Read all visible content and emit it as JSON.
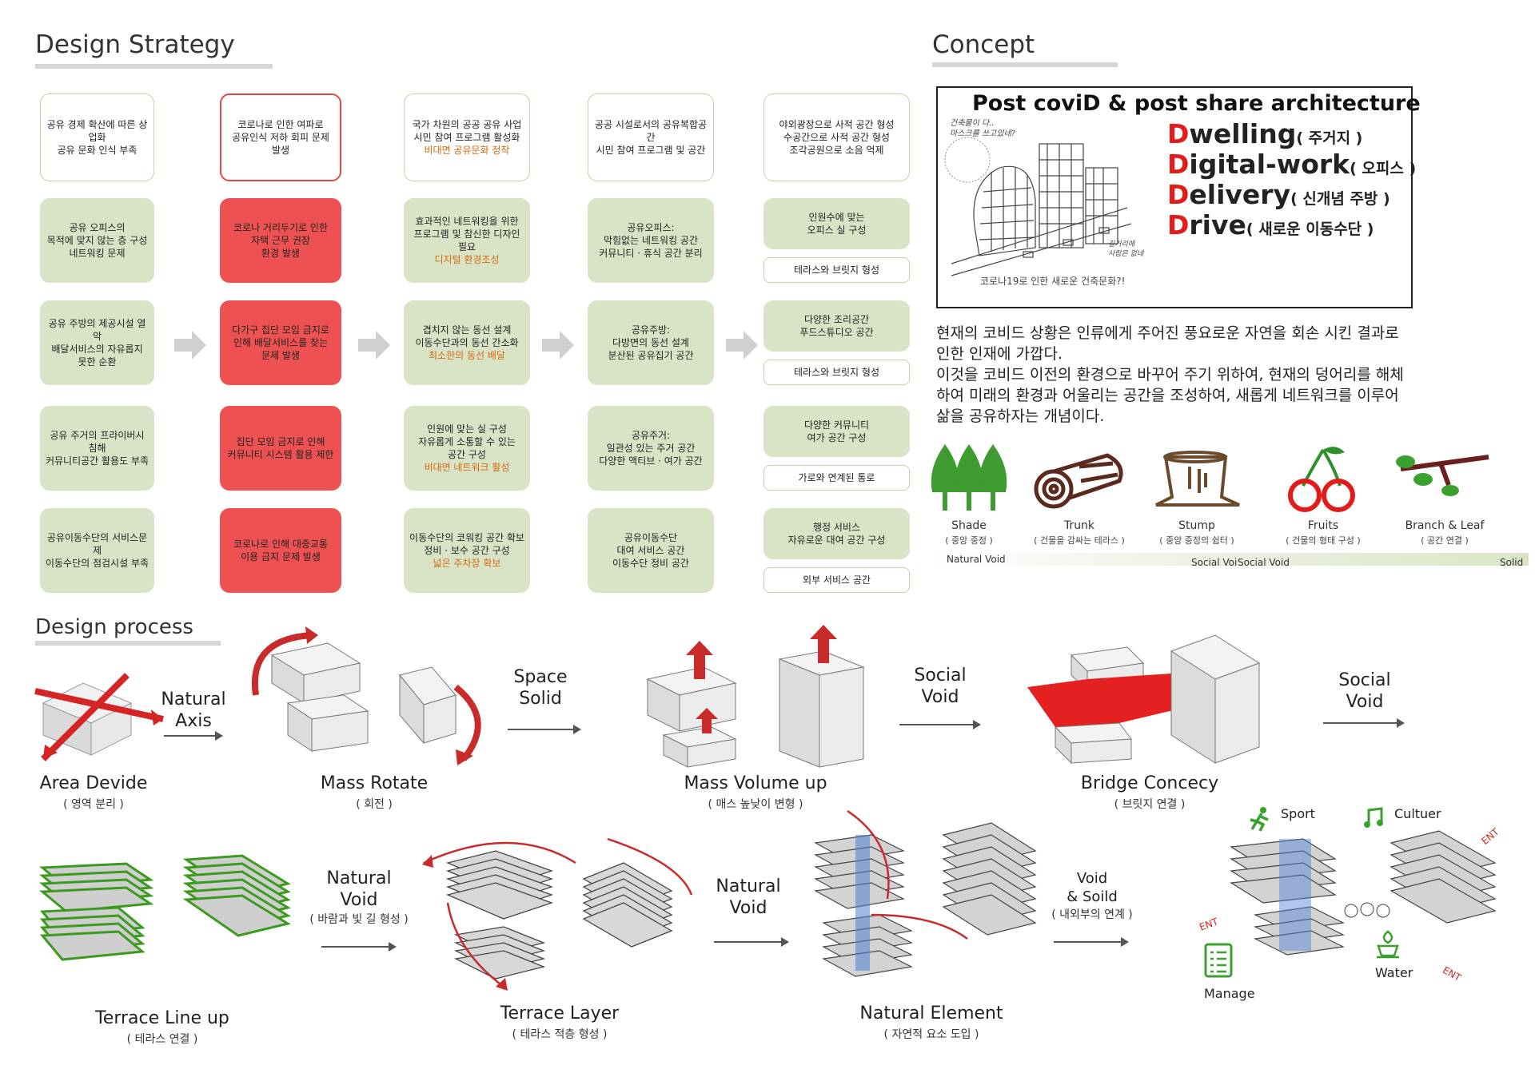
{
  "sections": {
    "design_strategy": "Design Strategy",
    "concept": "Concept",
    "design_process": "Design process"
  },
  "strategy": {
    "columns": [
      {
        "header": "공유 경제 확산에 따른 상업화\n공유 문화 인식 부족",
        "items": [
          {
            "text": "공유 오피스의\n목적에 맞지 않는 층 구성\n네트워킹 문제",
            "hl": ""
          },
          {
            "text": "공유 주방의 제공시설 열악\n배달서비스의 자유롭지\n못한 순환",
            "hl": ""
          },
          {
            "text": "공유 주거의 프라이버시 침해\n커뮤니티공간 활용도 부족",
            "hl": ""
          },
          {
            "text": "공유이동수단의 서비스문제\n이동수단의 점검시설 부족",
            "hl": ""
          }
        ]
      },
      {
        "header": "코로나로 인한 여파로\n공유인식 저하 회피 문제 발생",
        "items": [
          {
            "text": "코로나 거리두기로 인한\n자택 근무 권장\n환경 발생",
            "hl": ""
          },
          {
            "text": "다가구 집단 모임 금지로\n인해 배달서비스를 찾는\n문제 발생",
            "hl": ""
          },
          {
            "text": "집단 모임 금지로 인해\n커뮤니티 시스템 활용 제한",
            "hl": ""
          },
          {
            "text": "코로나로 인해 대중교통\n이용 금지 문제 발생",
            "hl": ""
          }
        ]
      },
      {
        "header": "국가 차원의 공공 공유 사업\n시민 참여 프로그램 활성화",
        "header_hl": "비대면 공유문화 정착",
        "items": [
          {
            "text": "효과적인 네트워킹을 위한\n프로그램 및 참신한 디자인 필요",
            "hl": "디지털 환경조성"
          },
          {
            "text": "겹치지 않는 동선 설계\n이동수단과의 동선 간소화",
            "hl": "최소한의 동선 배달"
          },
          {
            "text": "인원에 맞는 실 구성\n자유롭게 소통할 수 있는\n공간 구성",
            "hl": "비대면 네트워크 활성"
          },
          {
            "text": "이동수단의 코워킹 공간 확보\n정비 · 보수 공간 구성",
            "hl": "넓은 주차장 확보"
          }
        ]
      },
      {
        "header": "공공 시설로서의 공유복합공간\n시민 참여 프로그램 및 공간",
        "items": [
          {
            "text": "공유오피스:\n막힘없는 네트워킹 공간\n커뮤니티 · 휴식 공간 분리",
            "hl": ""
          },
          {
            "text": "공유주방:\n다방면의 동선 설계\n분산된 공유집기 공간",
            "hl": ""
          },
          {
            "text": "공유주거:\n일관성 있는 주거 공간\n다양한 액티브 · 여가 공간",
            "hl": ""
          },
          {
            "text": "공유이동수단\n대여 서비스 공간\n이동수단 정비 공간",
            "hl": ""
          }
        ]
      },
      {
        "header": "야외광장으로 사적 공간 형성\n수공간으로 사적 공간 형성\n조각공원으로 소음 억제",
        "items": [
          {
            "text": "인원수에 맞는\n오피스 실 구성",
            "sub": "테라스와 브릿지 형성"
          },
          {
            "text": "다양한 조리공간\n푸드스튜디오 공간",
            "sub": "테라스와 브릿지 형성"
          },
          {
            "text": "다양한 커뮤니티\n여가 공간 구성",
            "sub": "가로와 연계된 통로"
          },
          {
            "text": "행정 서비스\n자유로운 대여 공간 구성",
            "sub": "외부 서비스 공간"
          }
        ]
      }
    ]
  },
  "concept": {
    "headline": "Post coviD & post share architecture",
    "sketch_caption": "코로나19로 인한 새로운 건축문화?!",
    "sketch_note1": "건축물이 다..\n마스크를 쓰고있네?",
    "sketch_note2": "길거리에\n사람은 없네",
    "d_words": [
      {
        "first": "D",
        "rest": "welling",
        "ko": "( 주거지 )"
      },
      {
        "first": "D",
        "rest": "igital-work",
        "ko": "( 오피스 )"
      },
      {
        "first": "D",
        "rest": "elivery",
        "ko": "( 신개념 주방 )"
      },
      {
        "first": "D",
        "rest": "rive",
        "ko": "( 새로운 이동수단 )"
      }
    ],
    "paragraph": "현재의 코비드 상황은 인류에게 주어진 풍요로운 자연을 회손 시킨 결과로 인한 인재에 가깝다.\n이것을 코비드 이전의 환경으로 바꾸어 주기 위하여, 현재의 덩어리를 해체하여 미래의 환경과 어울리는 공간을 조성하여, 새롭게 네트워크를 이루어 삶을 공유하자는 개념이다.",
    "icons": [
      {
        "name": "Shade",
        "sub": "( 중앙 중정 )"
      },
      {
        "name": "Trunk",
        "sub": "( 건물을 감싸는 테라스 )"
      },
      {
        "name": "Stump",
        "sub": "( 중앙 중정의 쉼터 )"
      },
      {
        "name": "Fruits",
        "sub": "( 건물의 형태 구성 )"
      },
      {
        "name": "Branch & Leaf",
        "sub": "( 공간 연결 )"
      }
    ],
    "voids": [
      "Natural Void",
      "Social Voi",
      "Social Void",
      "Solid"
    ],
    "colors": {
      "red": "#e21b1b",
      "green": "#3d9b2f",
      "brown": "#5a2a1e"
    }
  },
  "process": {
    "row1": {
      "steps": [
        {
          "title": "Area Devide",
          "sub": "( 영역 분리 )"
        },
        {
          "title": "Mass Rotate",
          "sub": "( 회전 )"
        },
        {
          "title": "Mass Volume up",
          "sub": "( 매스 높낮이 변형 )"
        },
        {
          "title": "Bridge Concecy",
          "sub": "( 브릿지 연결 )"
        }
      ],
      "transitions": [
        "Natural\nAxis",
        "Space\nSolid",
        "Social\nVoid",
        "Social\nVoid"
      ]
    },
    "row2": {
      "steps": [
        {
          "title": "Terrace Line up",
          "sub": "( 테라스 연결 )"
        },
        {
          "title": "Terrace Layer",
          "sub": "( 테라스 적층 형성 )"
        },
        {
          "title": "Natural Element",
          "sub": "( 자연적 요소 도입 )"
        }
      ],
      "transitions": [
        {
          "label": "Natural\nVoid",
          "sub": "( 바람과 빛 길 형성 )"
        },
        {
          "label": "Natural\nVoid",
          "sub": ""
        },
        {
          "label": "Void\n& Soild",
          "sub": "( 내외부의 연계 )"
        }
      ],
      "final_labels": {
        "sport": "Sport",
        "culture": "Cultuer",
        "manage": "Manage",
        "water": "Water",
        "ent": "ENT"
      }
    }
  }
}
